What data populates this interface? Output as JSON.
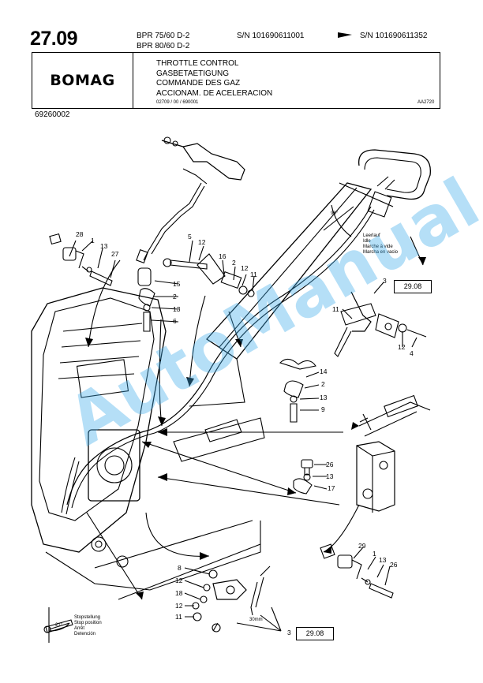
{
  "header": {
    "page_number": "27.09",
    "models": [
      "BPR 75/60 D-2",
      "BPR 80/60 D-2"
    ],
    "serial_from": "S/N 101690611001",
    "serial_to": "S/N 101690611352",
    "logo": "BOMAG",
    "titles": [
      "THROTTLE CONTROL",
      "GASBETAETIGUNG",
      "COMMANDE DES GAZ",
      "ACCIONAM. DE ACELERACION"
    ],
    "ref_code": "02709 / 00 / 690001",
    "drawing_code": "AA2720",
    "part_number": "69260002"
  },
  "callouts": [
    {
      "id": "c28",
      "text": "28"
    },
    {
      "id": "c1a",
      "text": "1"
    },
    {
      "id": "c13a",
      "text": "13"
    },
    {
      "id": "c27",
      "text": "27"
    },
    {
      "id": "c5",
      "text": "5"
    },
    {
      "id": "c12a",
      "text": "12"
    },
    {
      "id": "c16",
      "text": "16"
    },
    {
      "id": "c2a",
      "text": "2"
    },
    {
      "id": "c12b",
      "text": "12"
    },
    {
      "id": "c11a",
      "text": "11"
    },
    {
      "id": "c15",
      "text": "15"
    },
    {
      "id": "c2b",
      "text": "2"
    },
    {
      "id": "c13b",
      "text": "13"
    },
    {
      "id": "c6",
      "text": "6"
    },
    {
      "id": "c3a",
      "text": "3"
    },
    {
      "id": "c11b",
      "text": "11"
    },
    {
      "id": "c12c",
      "text": "12"
    },
    {
      "id": "c4",
      "text": "4"
    },
    {
      "id": "c14",
      "text": "14"
    },
    {
      "id": "c2c",
      "text": "2"
    },
    {
      "id": "c13c",
      "text": "13"
    },
    {
      "id": "c9",
      "text": "9"
    },
    {
      "id": "c26a",
      "text": "26"
    },
    {
      "id": "c13d",
      "text": "13"
    },
    {
      "id": "c17",
      "text": "17"
    },
    {
      "id": "c29",
      "text": "29"
    },
    {
      "id": "c1b",
      "text": "1"
    },
    {
      "id": "c13e",
      "text": "13"
    },
    {
      "id": "c26b",
      "text": "26"
    },
    {
      "id": "c8",
      "text": "8"
    },
    {
      "id": "c12d",
      "text": "12"
    },
    {
      "id": "c18",
      "text": "18"
    },
    {
      "id": "c12e",
      "text": "12"
    },
    {
      "id": "c11c",
      "text": "11"
    },
    {
      "id": "c3b",
      "text": "3"
    }
  ],
  "idle_note": [
    "Leerlauf",
    "Idle",
    "Marche à vide",
    "Marcha en vacio"
  ],
  "stop_note": [
    "Stopstellung",
    "Stop position",
    "Arrêt",
    "Detención"
  ],
  "angle_96": "96°",
  "angle_21": "21°",
  "dim_30": "30mm",
  "ref_boxes": [
    "29.08",
    "29.08"
  ],
  "watermark": "AutoManual"
}
